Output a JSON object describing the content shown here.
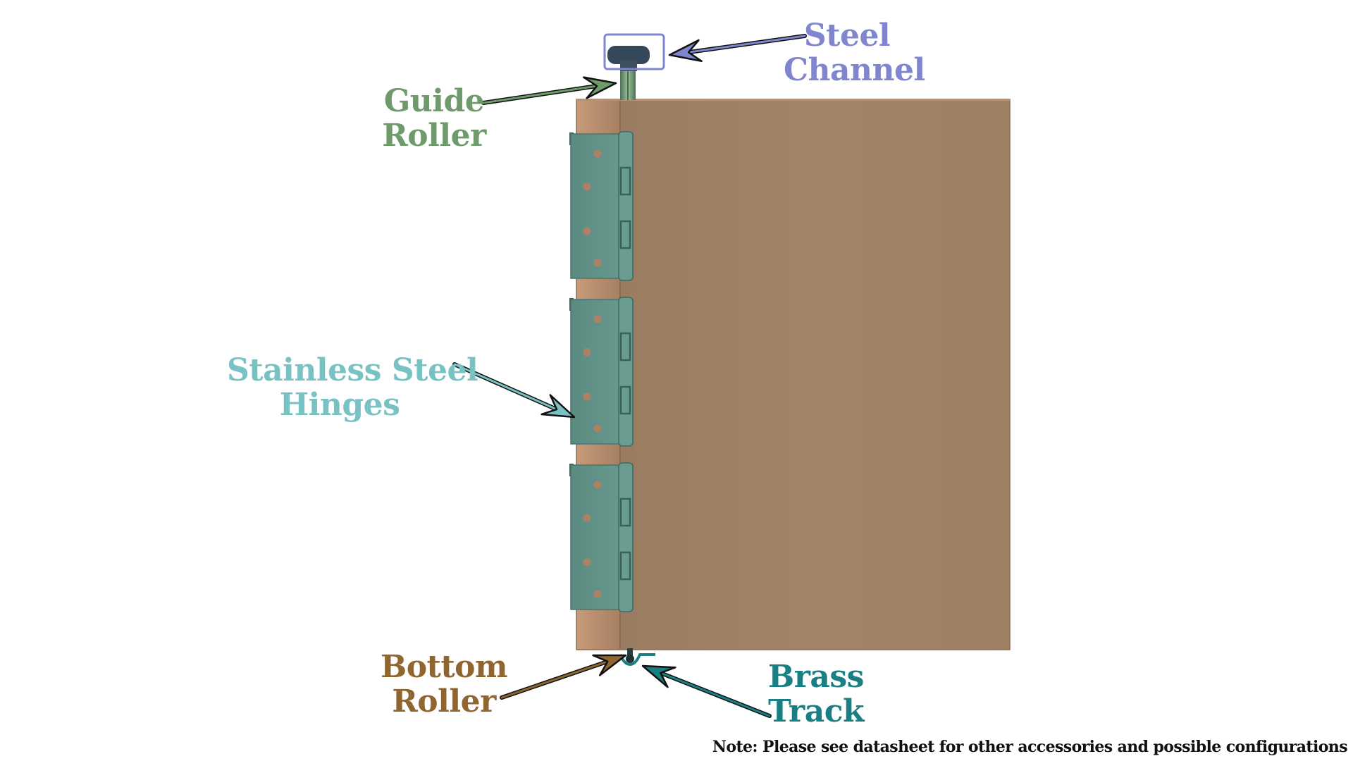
{
  "colors": {
    "background": "#ffffff",
    "door_face": "#a08266",
    "door_edge": "#b88f70",
    "door_shadow": "#8d6f55",
    "hinge": "#5e8c82",
    "hinge_dark": "#3f6a60",
    "hole": "#b08064",
    "steel_channel": "#7f86cf",
    "guide_roller": "#6f9a6c",
    "stainless_hinges": "#79c2c4",
    "bottom_roller": "#8f6530",
    "brass_track": "#197f82",
    "note": "#111111"
  },
  "labels": {
    "steel_channel": {
      "line1": "Steel",
      "line2": "Channel"
    },
    "guide_roller": {
      "line1": "Guide",
      "line2": "Roller"
    },
    "stainless_hinges": {
      "line1": "Stainless Steel",
      "line2": "Hinges"
    },
    "bottom_roller": {
      "line1": "Bottom",
      "line2": "Roller"
    },
    "brass_track": {
      "line1": "Brass",
      "line2": "Track"
    }
  },
  "note": "Note: Please see datasheet for other accessories and possible configurations",
  "hinge_count": 3
}
